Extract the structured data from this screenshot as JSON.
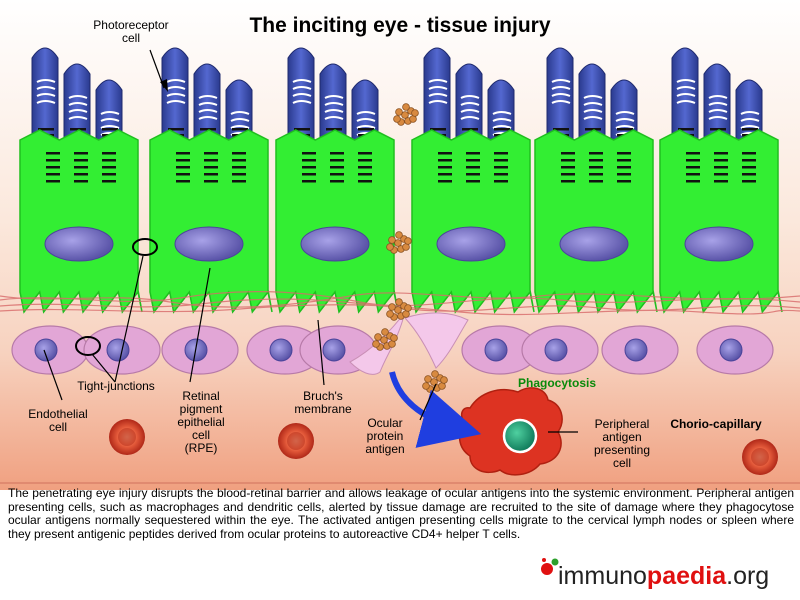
{
  "title": "The inciting eye - tissue injury",
  "labels": {
    "photoreceptor": [
      "Photoreceptor",
      "cell"
    ],
    "tight_junctions": "Tight-junctions",
    "endothelial": [
      "Endothelial",
      "cell"
    ],
    "rpe": [
      "Retinal",
      "pigment",
      "epithelial",
      "cell",
      "(RPE)"
    ],
    "bruchs": [
      "Bruch's",
      "membrane"
    ],
    "ocular_antigen": [
      "Ocular",
      "protein",
      "antigen"
    ],
    "phagocytosis": "Phagocytosis",
    "apc": [
      "Peripheral",
      "antigen",
      "presenting",
      "cell"
    ],
    "choriocapillary": "Chorio-capillary"
  },
  "caption": "The penetrating eye injury disrupts the blood-retinal barrier and allows leakage of ocular antigens into the systemic environment. Peripheral antigen presenting cells, such as macrophages and dendritic cells, alerted by tissue damage are recruited to the site of damage where they phagocytose ocular antigens normally sequestered within the eye. The activated antigen presenting cells migrate to the cervical lymph nodes or spleen where they present antigenic peptides derived from ocular proteins to autoreactive CD4+ helper T cells.",
  "logo": {
    "part1": "immuno",
    "part2": "paedia",
    "part3": ".org"
  },
  "colors": {
    "photoreceptor": "#3a4dad",
    "rpe": "#33ee33",
    "nucleus": "#7a74c8",
    "endothelial": "#e2a6d6",
    "antigen": "#d88a40",
    "apc": "#dd3322",
    "phagocytosis": "#0a8a0a"
  }
}
